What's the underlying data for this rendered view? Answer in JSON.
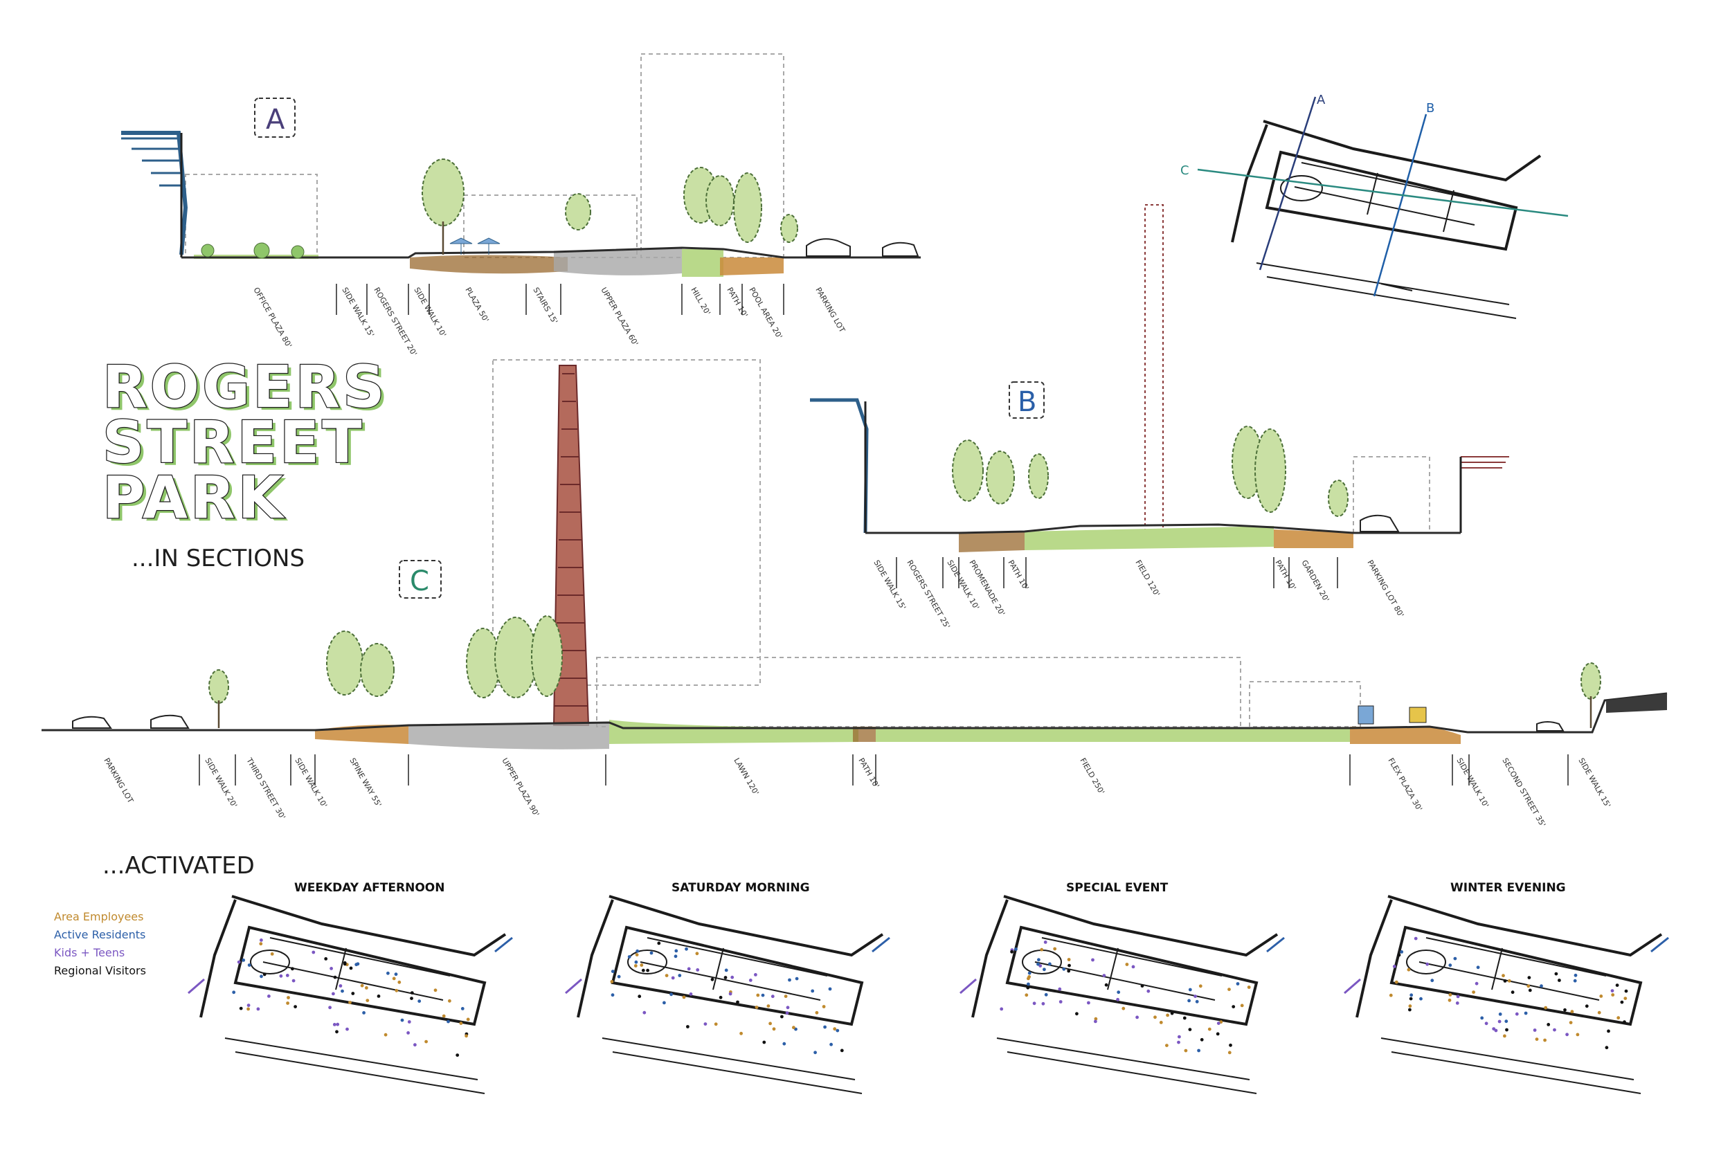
{
  "title": {
    "line1": "ROGERS",
    "line2": "STREET",
    "line3": "PARK",
    "subtitle": "...IN SECTIONS"
  },
  "sections": {
    "a": {
      "label": "A",
      "zones": [
        "OFFICE PLAZA 80'",
        "SIDE WALK 15'",
        "ROGERS STREET 20'",
        "SIDE WALK 10'",
        "PLAZA 50'",
        "STAIRS 15'",
        "UPPER PLAZA 60'",
        "HILL 20'",
        "PATH 10'",
        "POOL AREA 20'",
        "PARKING LOT"
      ]
    },
    "b": {
      "label": "B",
      "zones": [
        "SIDE WALK 15'",
        "ROGERS STREET 25'",
        "SIDE WALK 10'",
        "PROMENADE 20'",
        "PATH 10'",
        "FIELD 120'",
        "PATH 10'",
        "GARDEN 20'",
        "PARKING LOT 80'"
      ]
    },
    "c": {
      "label": "C",
      "zones": [
        "PARKING LOT",
        "SIDE WALK 20'",
        "THIRD STREET 30'",
        "SIDE WALK 10'",
        "SPINE WAY 55'",
        "UPPER PLAZA 90'",
        "LAWN 120'",
        "PATH 10'",
        "FIELD 250'",
        "FLEX PLAZA 30'",
        "SIDE WALK 10'",
        "SECOND STREET 35'",
        "SIDE WALK 15'"
      ]
    }
  },
  "key_plan": {
    "cut_a": "A",
    "cut_b": "B",
    "cut_c": "C"
  },
  "activated": {
    "heading": "...ACTIVATED",
    "legend": [
      {
        "label": "Area Employees",
        "color": "#c08a2e"
      },
      {
        "label": "Active Residents",
        "color": "#2c5fa8"
      },
      {
        "label": "Kids + Teens",
        "color": "#7b57c2"
      },
      {
        "label": "Regional Visitors",
        "color": "#111111"
      }
    ],
    "scenarios": [
      "WEEKDAY AFTERNOON",
      "SATURDAY MORNING",
      "SPECIAL EVENT",
      "WINTER EVENING"
    ]
  },
  "colors": {
    "green_wash": "#b9d98a",
    "brown_wash": "#9a6a2f",
    "grey_wash": "#a8a8a8",
    "chimney": "#8b3a3a",
    "building_blue": "#2d5f8a"
  }
}
